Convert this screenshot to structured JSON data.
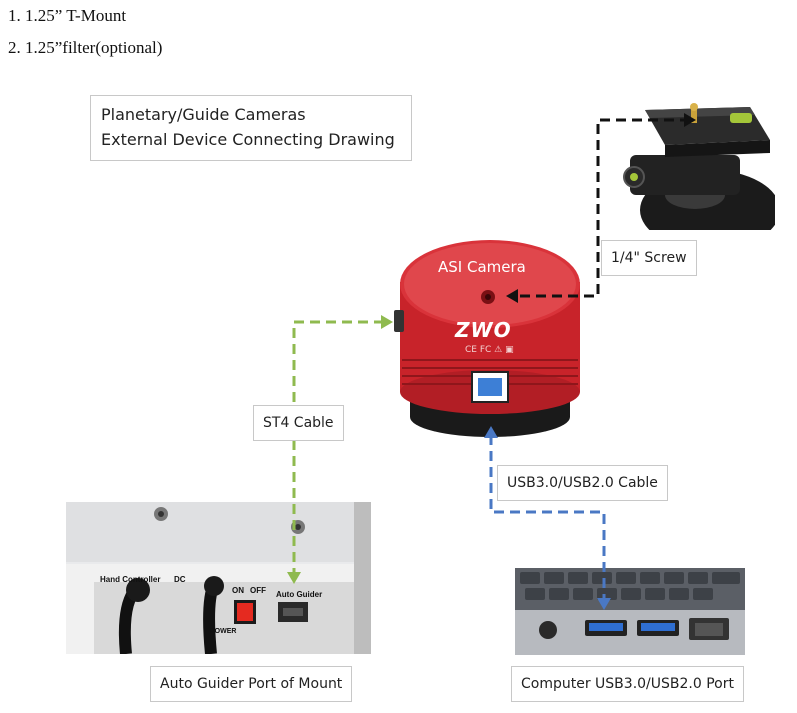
{
  "list_items": [
    "1. 1.25” T-Mount",
    "2. 1.25”filter(optional)"
  ],
  "diagram": {
    "title_line1": "Planetary/Guide Cameras",
    "title_line2": "External Device Connecting Drawing",
    "camera_label": "ASI Camera",
    "camera_logo": "ZWO",
    "camera_marks": "CE FC ⚠ ▣",
    "screw_label": "1/4\" Screw",
    "st4_label": "ST4 Cable",
    "usb_label": "USB3.0/USB2.0 Cable",
    "mount_label": "Auto Guider Port of Mount",
    "computer_label": "Computer USB3.0/USB2.0 Port",
    "mount_panel": {
      "hand_controller": "Hand Controller",
      "dc": "DC",
      "power": "POWER",
      "on": "ON",
      "off": "OFF",
      "auto_guider": "Auto Guider"
    }
  },
  "colors": {
    "camera_red": "#d42a2a",
    "st4_green": "#8fba4f",
    "usb_blue": "#4a78c4",
    "screw_black": "#111111",
    "border_gray": "#c8c8c8"
  }
}
